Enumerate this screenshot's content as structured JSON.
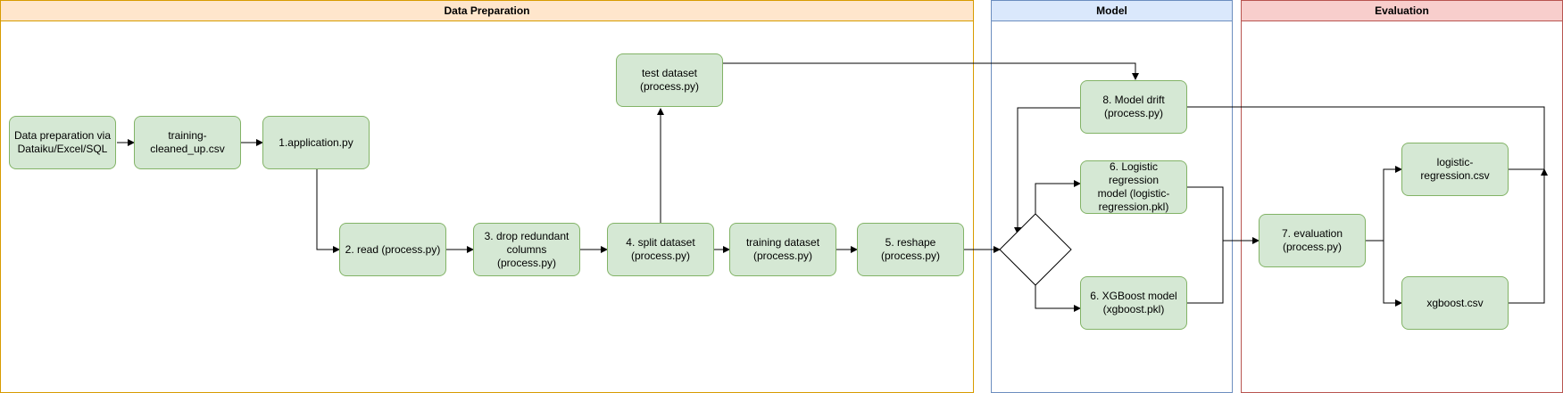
{
  "lanes": {
    "prep": "Data Preparation",
    "model": "Model",
    "eval": "Evaluation"
  },
  "nodes": {
    "source": "Data preparation via\nDataiku/Excel/SQL",
    "training_csv": "training-\ncleaned_up.csv",
    "application": "1.application.py",
    "read": "2. read (process.py)",
    "drop": "3. drop redundant\ncolumns (process.py)",
    "split": "4. split dataset\n(process.py)",
    "training_dataset": "training dataset\n(process.py)",
    "reshape": "5. reshape\n(process.py)",
    "test_dataset": "test dataset\n(process.py)",
    "model_drift": "8. Model drift\n(process.py)",
    "logistic_model": "6. Logistic regression\nmodel (logistic-\nregression.pkl)",
    "xgboost_model": "6. XGBoost model\n(xgboost.pkl)",
    "evaluation": "7. evaluation\n(process.py)",
    "logistic_csv": "logistic-\nregression.csv",
    "xgboost_csv": "xgboost.csv"
  }
}
